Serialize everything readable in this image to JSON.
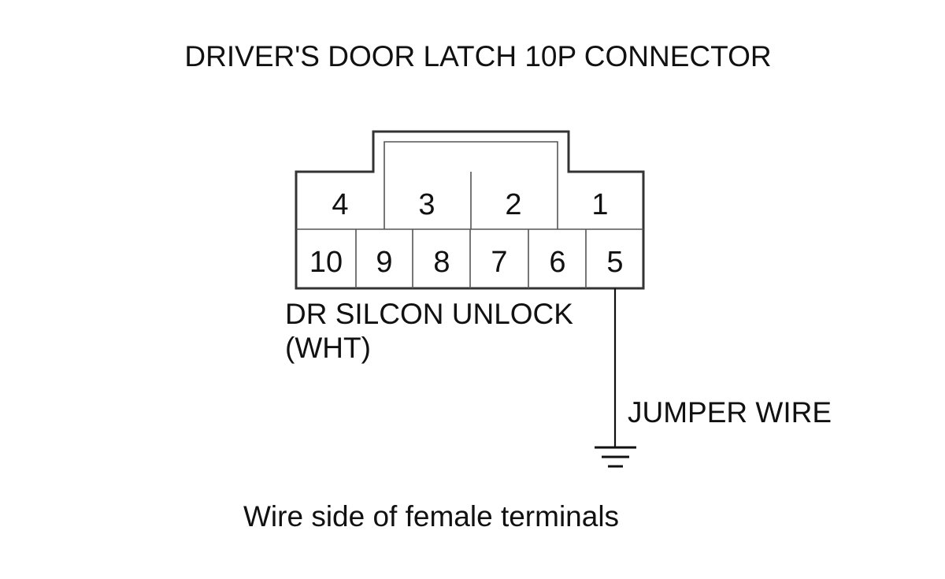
{
  "diagram": {
    "title": "DRIVER'S DOOR LATCH 10P CONNECTOR",
    "connector": {
      "top_row_pins": [
        "4",
        "3",
        "2",
        "1"
      ],
      "bottom_row_pins": [
        "10",
        "9",
        "8",
        "7",
        "6",
        "5"
      ]
    },
    "terminal_label": {
      "line1": "DR SILCON UNLOCK",
      "line2": "(WHT)"
    },
    "jumper_label": "JUMPER WIRE",
    "caption": "Wire side of female terminals"
  }
}
